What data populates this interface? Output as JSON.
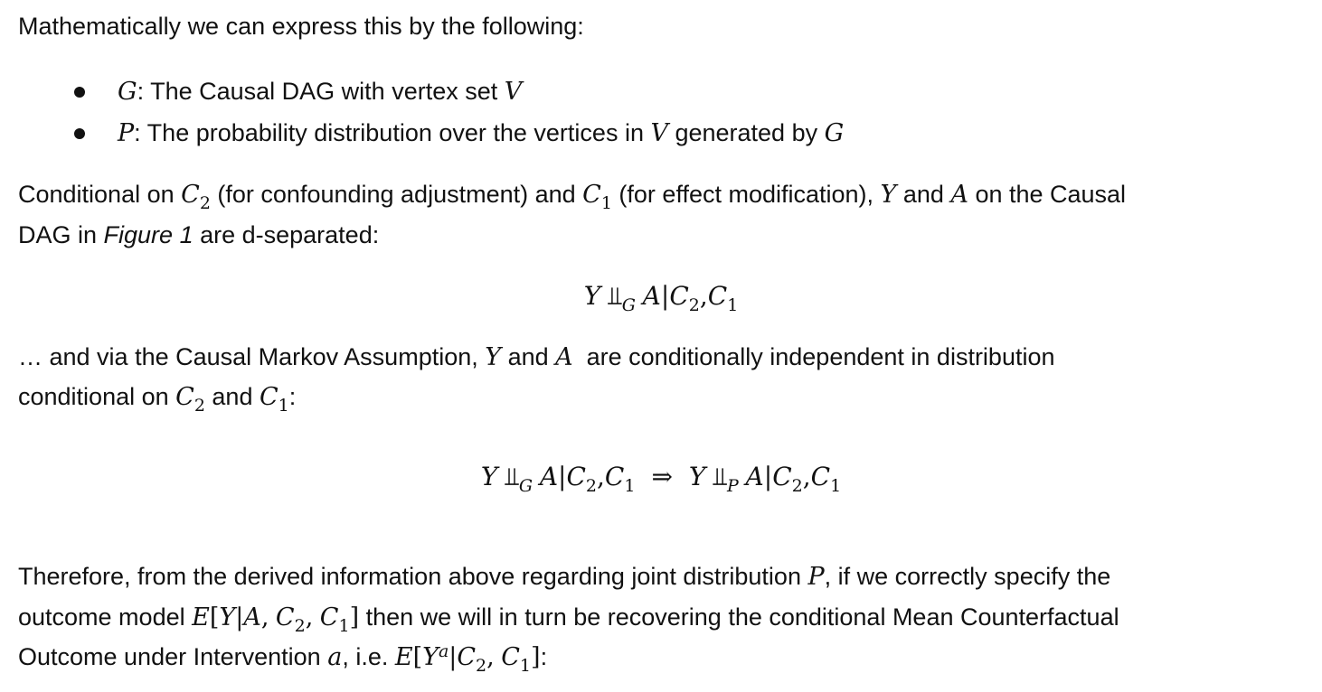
{
  "intro": "Mathematically we can express this by the following:",
  "bullets": [
    {
      "sym": "G",
      "text": ": The Causal DAG with vertex set ",
      "sym2": "V",
      "text2": ""
    },
    {
      "sym": "P",
      "text": ": The probability distribution over the vertices in ",
      "sym2": "V",
      "text2": " generated by ",
      "sym3": "G"
    }
  ],
  "para1": {
    "a": "Conditional on ",
    "c2": "C",
    "c2sub": "2",
    "b": " (for confounding adjustment) and ",
    "c1": "C",
    "c1sub": "1",
    "c": " (for effect modification), ",
    "y": "Y",
    "d": " and ",
    "aa": "A",
    "e": " on the Causal",
    "line2a": "DAG in ",
    "fig": "Figure 1",
    "line2b": " are d-separated:"
  },
  "eq1": {
    "y": "Y",
    "ind": "⫫",
    "sub": "G",
    "rest": "A",
    "bar": "|",
    "c2": "C",
    "c2sub": "2",
    "comma": ",",
    "c1": "C",
    "c1sub": "1"
  },
  "para2": {
    "a": "… and via the Causal Markov Assumption, ",
    "y": "Y",
    "b": " and ",
    "aa": "A",
    "c": "  are conditionally independent in distribution",
    "line2a": "conditional on ",
    "c2": "C",
    "c2sub": "2",
    "line2b": " and ",
    "c1": "C",
    "c1sub": "1",
    "line2c": ":"
  },
  "eq2": {
    "y": "Y",
    "ind": "⫫",
    "subG": "G",
    "subP": "P",
    "a": "A",
    "bar": "|",
    "c": "C",
    "s2": "2",
    "s1": "1",
    "comma": ",",
    "implies": "⇒"
  },
  "para3": {
    "l1a": "Therefore, from the derived information above regarding joint distribution ",
    "p": "P",
    "l1b": ", if we correctly specify the",
    "l2a": "outcome model ",
    "e": "E",
    "l2b": " then we will in turn be recovering the conditional Mean Counterfactual",
    "l3a": "Outcome under Intervention ",
    "alpha": "a",
    "l3b": ", i.e. ",
    "l3c": ":"
  }
}
